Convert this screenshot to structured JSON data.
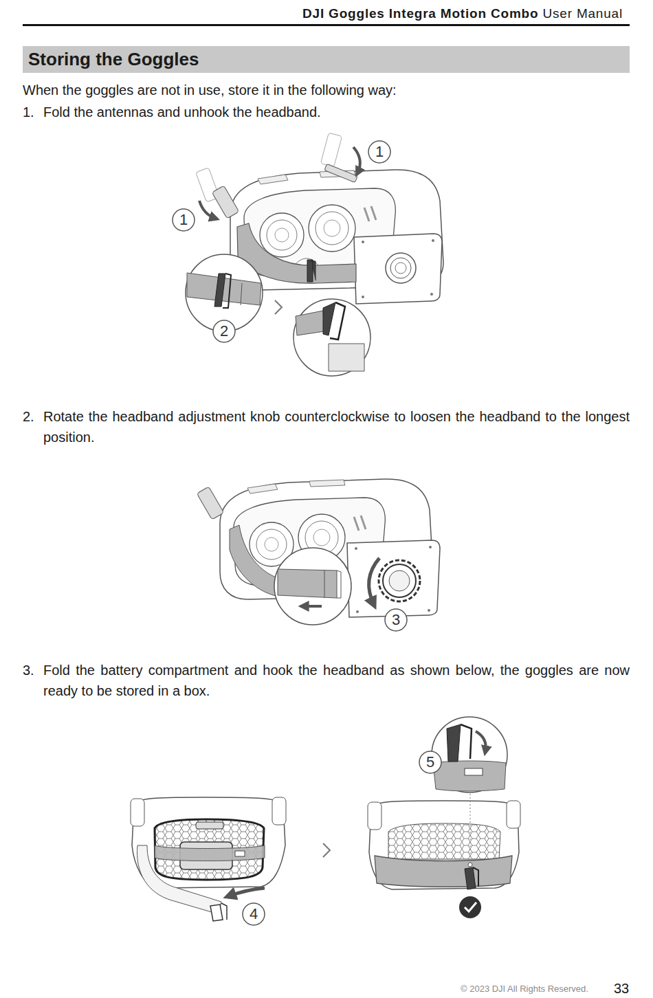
{
  "diagram": {
    "title": "Storing the Goggles",
    "labels": [
      "DJI Goggles Integra Motion Combo",
      "User Manual",
      "When the goggles are not in use, store it in the following way:",
      "1.",
      "Fold the antennas and unhook the headband.",
      "1",
      "1",
      "2",
      "2.",
      "Rotate the headband adjustment knob counterclockwise to loosen the headband to the longest position.",
      "3",
      "3.",
      "Fold the battery compartment and hook the headband as shown below, the goggles are now ready to be stored in a box.",
      "5",
      "4",
      "© 2023 DJI All Rights Reserved.",
      "33"
    ]
  }
}
